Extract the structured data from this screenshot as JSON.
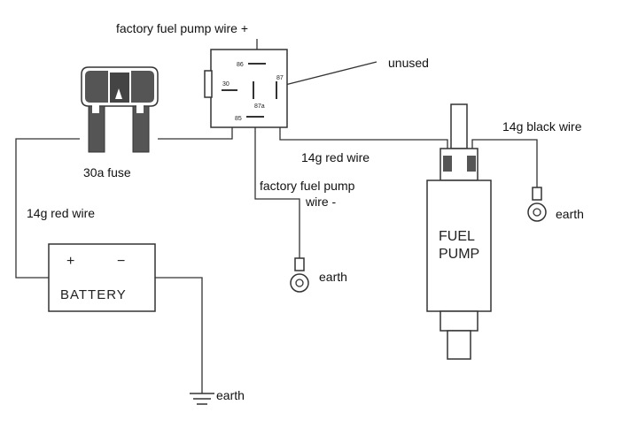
{
  "labels": {
    "factory_wire_plus": "factory fuel pump wire +",
    "unused": "unused",
    "fuse": "30a fuse",
    "red_wire_left": "14g red wire",
    "red_wire_mid": "14g red wire",
    "factory_wire_minus_1": "factory fuel pump",
    "factory_wire_minus_2": "wire -",
    "black_wire": "14g black wire",
    "earth_mid": "earth",
    "earth_right": "earth",
    "earth_bottom": "earth"
  },
  "relay": {
    "pin_86": "86",
    "pin_30": "30",
    "pin_87": "87",
    "pin_87a": "87a",
    "pin_85": "85"
  },
  "battery": {
    "title": "BATTERY",
    "plus": "+",
    "minus": "−"
  },
  "pump": {
    "line1": "FUEL",
    "line2": "PUMP"
  }
}
